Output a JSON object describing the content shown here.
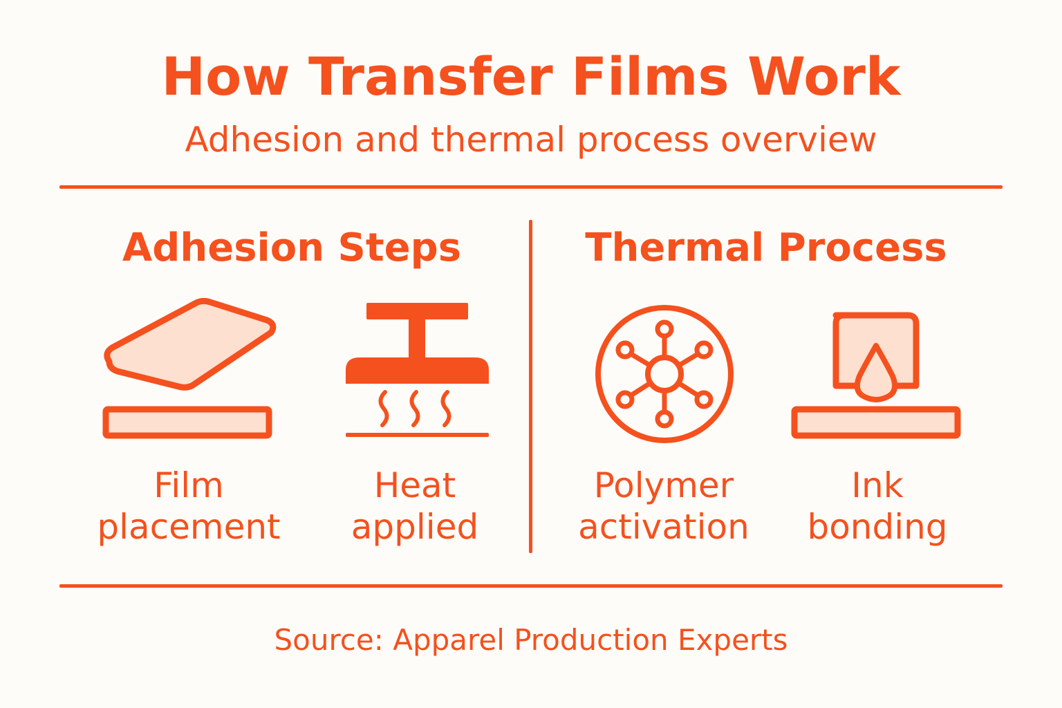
{
  "header": {
    "title": "How Transfer Films Work",
    "subtitle": "Adhesion and thermal process overview"
  },
  "colors": {
    "accent": "#f4511e",
    "fill": "#fde0d0",
    "background": "#fdfcf8"
  },
  "sections": [
    {
      "heading": "Adhesion Steps",
      "steps": [
        {
          "icon": "film-on-base-icon",
          "label_line1": "Film",
          "label_line2": "placement"
        },
        {
          "icon": "heat-press-icon",
          "label_line1": "Heat",
          "label_line2": "applied"
        }
      ]
    },
    {
      "heading": "Thermal Process",
      "steps": [
        {
          "icon": "polymer-molecule-icon",
          "label_line1": "Polymer",
          "label_line2": "activation"
        },
        {
          "icon": "ink-drop-bonding-icon",
          "label_line1": "Ink",
          "label_line2": "bonding"
        }
      ]
    }
  ],
  "footer": {
    "source": "Source: Apparel Production Experts"
  }
}
